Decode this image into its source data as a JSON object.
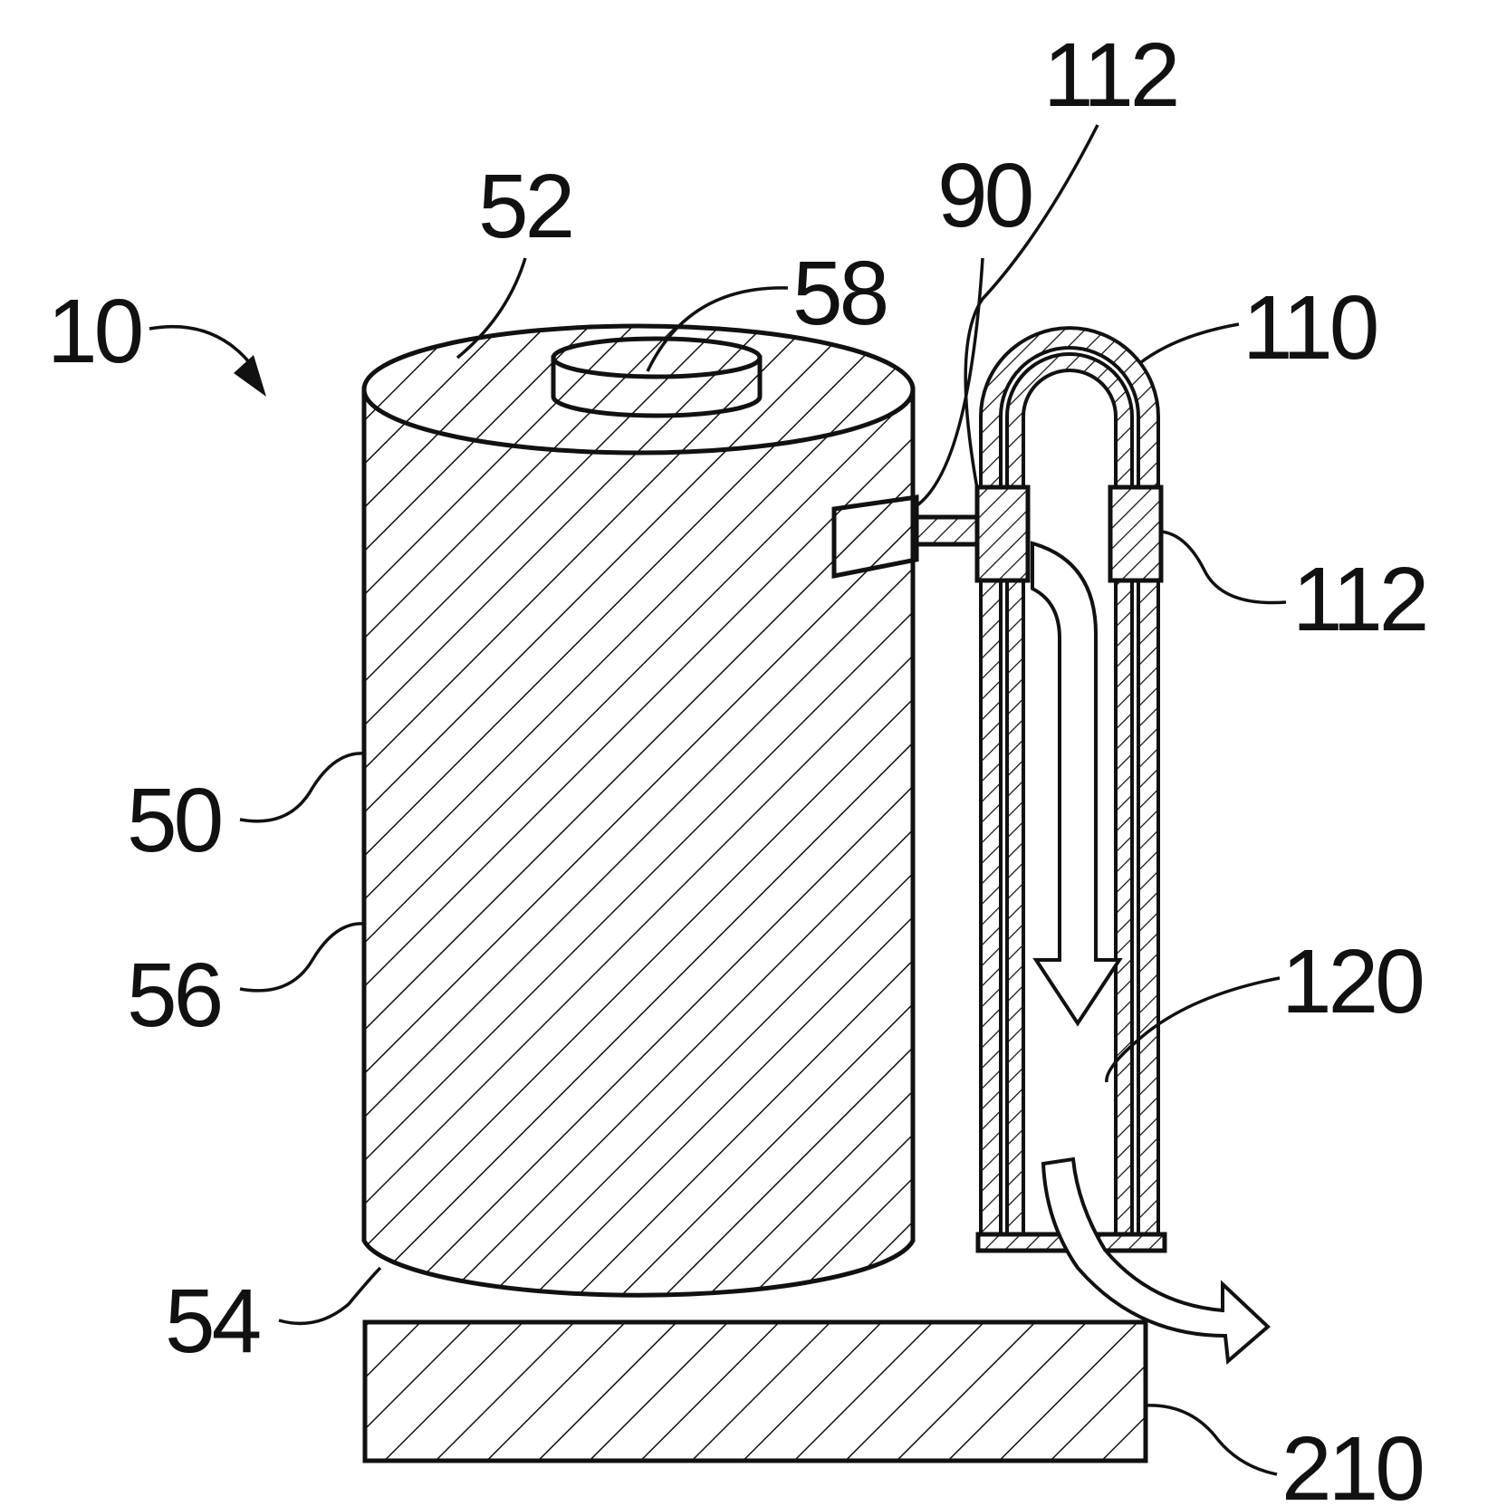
{
  "figure": {
    "labels": {
      "assembly": "10",
      "body": "50",
      "top_end": "52",
      "bottom_end": "54",
      "side_wall": "56",
      "cap": "58",
      "connector": "90",
      "tube": "110",
      "clamp_upper": "112",
      "clamp_right": "112",
      "channel": "120",
      "base_plate": "210"
    }
  }
}
